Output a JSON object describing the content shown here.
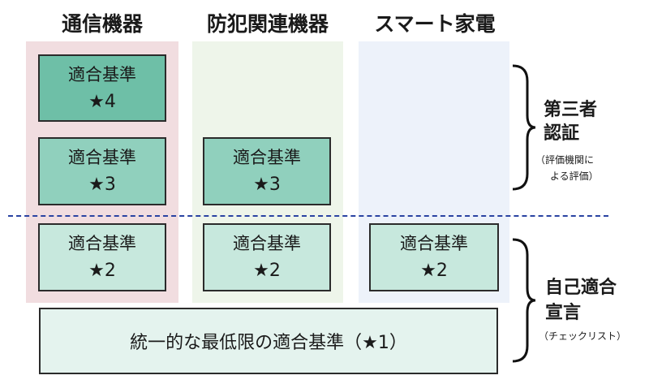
{
  "headers": [
    "通信機器",
    "防犯関連機器",
    "スマート家電"
  ],
  "columns": [
    {
      "header": "通信機器",
      "color": "#f1dde0",
      "boxes": [
        {
          "line1": "適合基準",
          "line2": "★4"
        },
        {
          "line1": "適合基準",
          "line2": "★3"
        },
        {
          "line1": "適合基準",
          "line2": "★2"
        }
      ]
    },
    {
      "header": "防犯関連機器",
      "color": "#eef5ea",
      "boxes": [
        {
          "line1": "適合基準",
          "line2": "★3"
        },
        {
          "line1": "適合基準",
          "line2": "★2"
        }
      ]
    },
    {
      "header": "スマート家電",
      "color": "#edf2fa",
      "boxes": [
        {
          "line1": "適合基準",
          "line2": "★2"
        }
      ]
    }
  ],
  "base_box": {
    "label": "統一的な最低限の適合基準（★1）"
  },
  "side_upper": {
    "title_line1": "第三者",
    "title_line2": "認証",
    "sub_line1": "（評価機関に",
    "sub_line2": "よる評価）"
  },
  "side_lower": {
    "title_line1": "自己適合",
    "title_line2": "宣言",
    "sub_line1": "（チェックリスト）"
  },
  "colors": {
    "box_dark": "#6ebfa7",
    "box_mid": "#90d0bd",
    "box_light": "#c7e8dd",
    "base_box": "#e4f3ee",
    "divider": "#2a43a2"
  }
}
